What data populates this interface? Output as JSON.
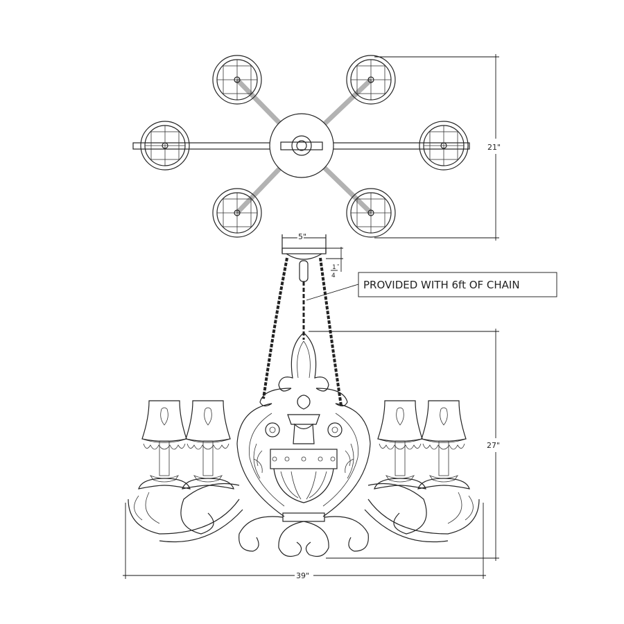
{
  "drawing": {
    "title": "Chandelier technical drawing",
    "dimensions": {
      "height_top_view": "21\"",
      "canopy_width": "5\"",
      "canopy_height_num": "1",
      "canopy_height_den": "4",
      "canopy_height_unit": "\"",
      "fixture_height": "27\"",
      "fixture_width": "39\""
    },
    "callout": "PROVIDED WITH 6ft OF CHAIN",
    "line_color": "#222222",
    "background": "#ffffff"
  }
}
